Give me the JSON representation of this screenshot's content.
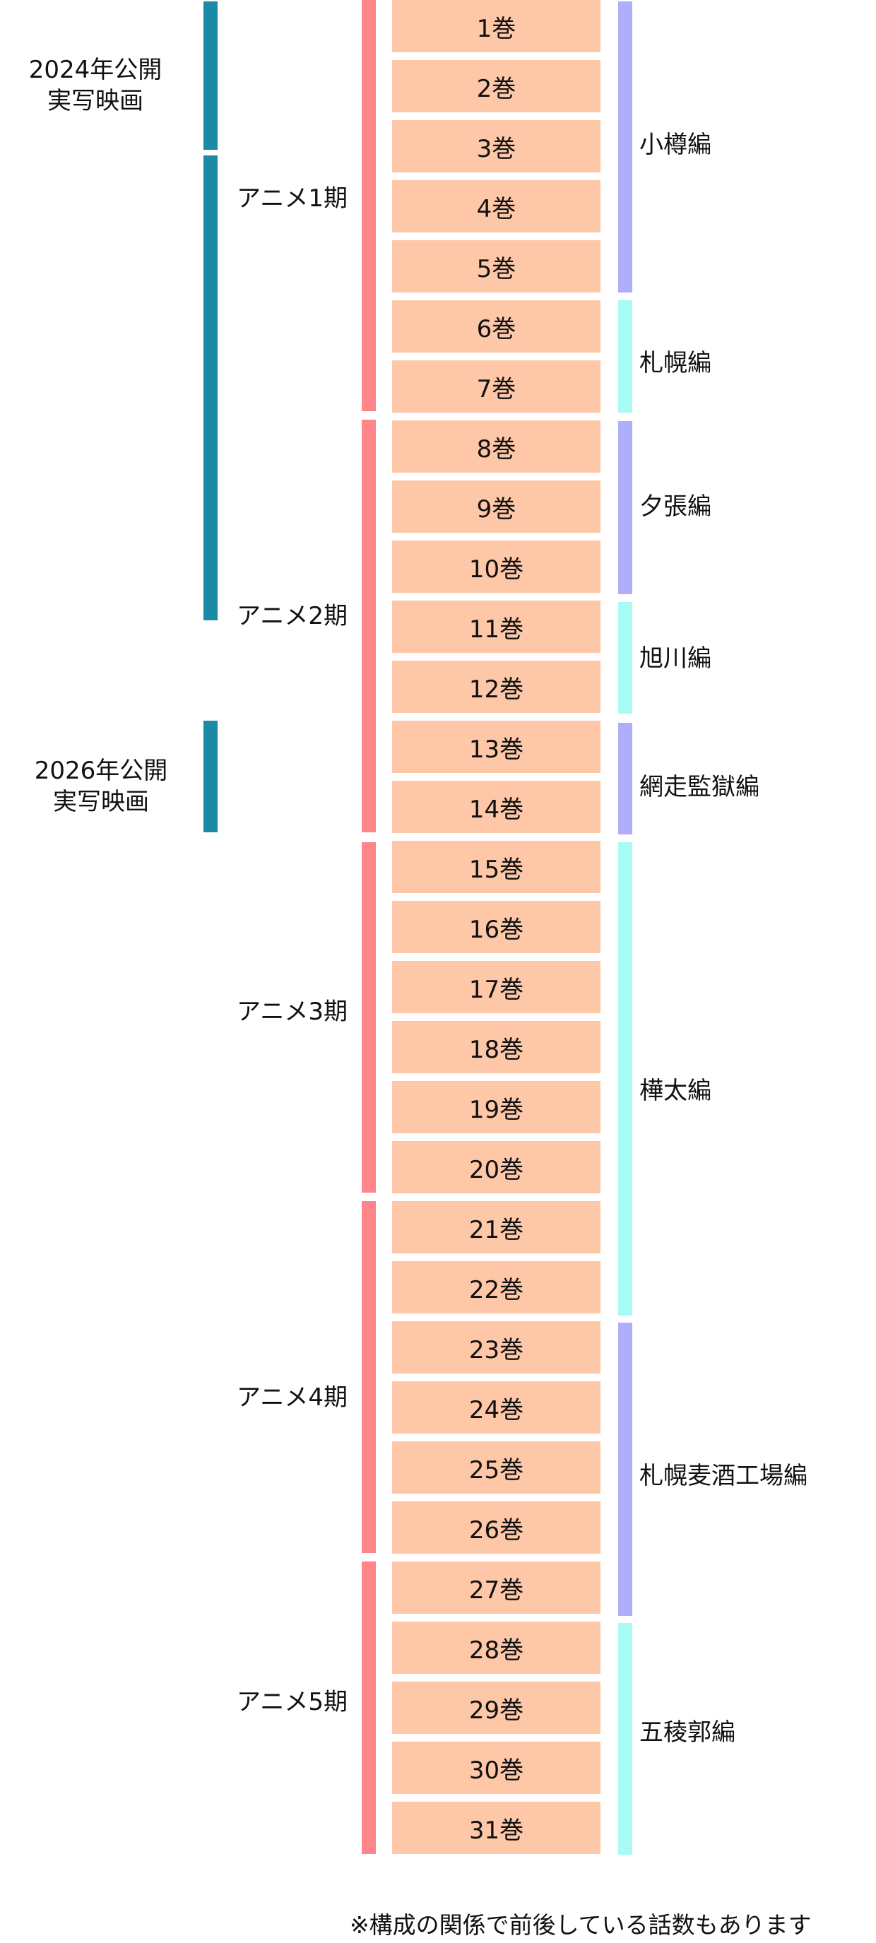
{
  "colors": {
    "film_bar": "#1b8aa5",
    "anime_bar": "#ff858a",
    "arc_bar_purple": "#aeaffa",
    "arc_bar_cyan": "#a8fbf4",
    "volume_fill": "#fec8a8"
  },
  "films": [
    {
      "year": "2024年公開",
      "type": "実写映画"
    },
    {
      "year": "2026年公開",
      "type": "実写映画"
    }
  ],
  "anime": [
    {
      "label": "アニメ1期"
    },
    {
      "label": "アニメ2期"
    },
    {
      "label": "アニメ3期"
    },
    {
      "label": "アニメ4期"
    },
    {
      "label": "アニメ5期"
    }
  ],
  "volumes": [
    "1巻",
    "2巻",
    "3巻",
    "4巻",
    "5巻",
    "6巻",
    "7巻",
    "8巻",
    "9巻",
    "10巻",
    "11巻",
    "12巻",
    "13巻",
    "14巻",
    "15巻",
    "16巻",
    "17巻",
    "18巻",
    "19巻",
    "20巻",
    "21巻",
    "22巻",
    "23巻",
    "24巻",
    "25巻",
    "26巻",
    "27巻",
    "28巻",
    "29巻",
    "30巻",
    "31巻"
  ],
  "arcs": [
    {
      "label": "小樽編"
    },
    {
      "label": "札幌編"
    },
    {
      "label": "夕張編"
    },
    {
      "label": "旭川編"
    },
    {
      "label": "網走監獄編"
    },
    {
      "label": "樺太編"
    },
    {
      "label": "札幌麦酒工場編"
    },
    {
      "label": "五稜郭編"
    }
  ],
  "footnote": "※構成の関係で前後している話数もあります"
}
